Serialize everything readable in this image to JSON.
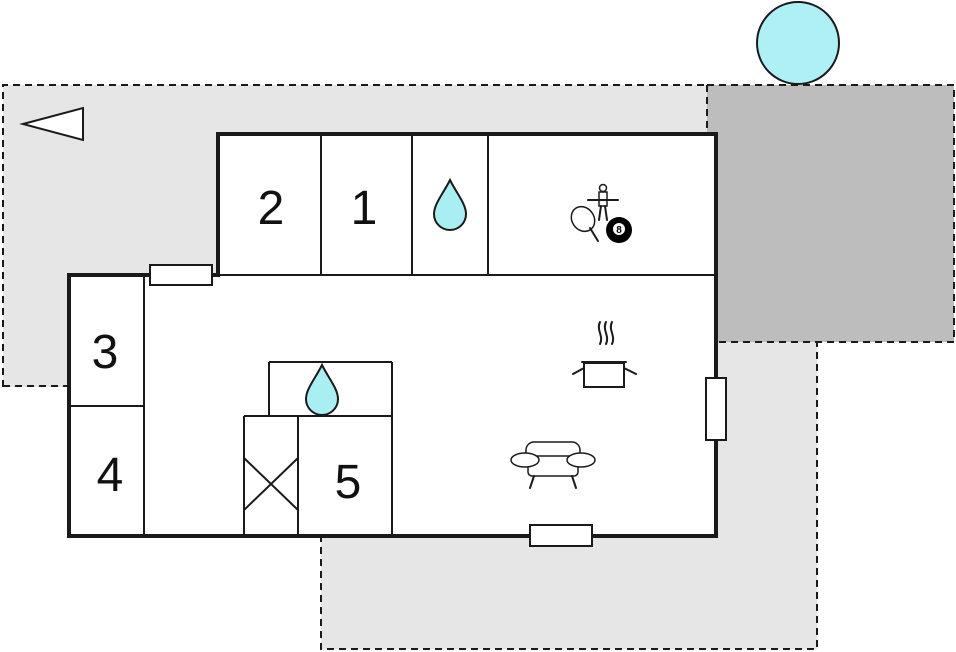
{
  "rooms": {
    "r1": "1",
    "r2": "2",
    "r3": "3",
    "r4": "4",
    "r5": "5"
  },
  "icons": {
    "pool": "pool-icon",
    "north_arrow": "north-arrow-icon",
    "water": "water-drop-icon",
    "games": "games-room-icon",
    "billiard_ball_label": "8",
    "kitchen": "cooking-pot-icon",
    "living": "sofa-icon",
    "stairs": "stairs-icon"
  },
  "colors": {
    "terrace_light": "#e6e6e6",
    "terrace_dark": "#bdbdbd",
    "water_fill": "#a9eef2",
    "pool_fill": "#aef0f5",
    "wall": "#1a1a1a"
  }
}
